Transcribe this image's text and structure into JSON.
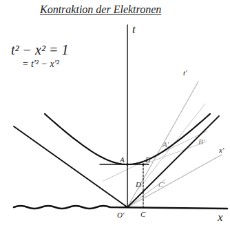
{
  "diagram": {
    "title": "Kontraktion der Elektronen",
    "labels": [
      "t² − x² = 1",
      "= t'² − x'²",
      "t",
      "t'",
      "x'",
      "x",
      "A",
      "B",
      "A'",
      "B'",
      "D",
      "C'",
      "C",
      "O'"
    ]
  }
}
